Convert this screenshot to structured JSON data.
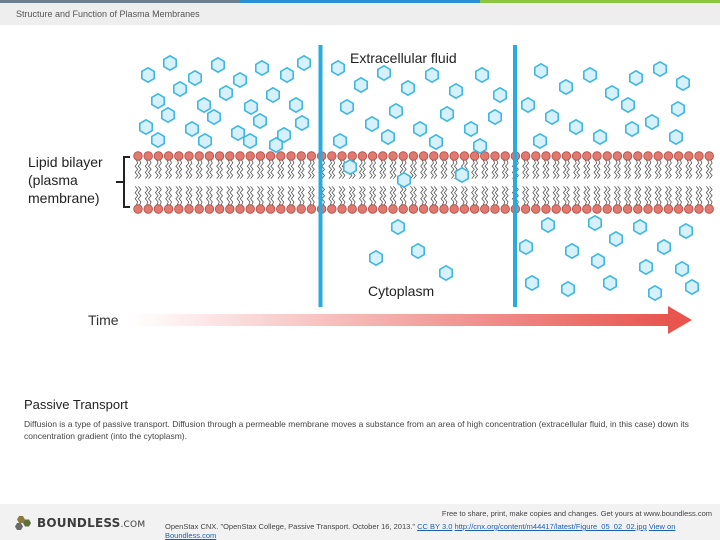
{
  "header": {
    "title": "Structure and Function of Plasma Membranes",
    "accent_colors": [
      "#6b7f8e",
      "#2b8fd6",
      "#8cc63f"
    ]
  },
  "diagram": {
    "label_extracellular": "Extracellular fluid",
    "label_cytoplasm": "Cytoplasm",
    "label_bilayer": [
      "Lipid bilayer",
      "(plasma",
      "membrane)"
    ],
    "label_time": "Time",
    "colors": {
      "molecule_fill": "#d6f1fc",
      "molecule_stroke": "#3fb7e3",
      "divider": "#29abe2",
      "lipid_head": "#e07a70",
      "arrow_end": "#e8544e"
    }
  },
  "caption": {
    "title": "Passive Transport",
    "text": "Diffusion is a type of passive transport. Diffusion through a permeable membrane moves a substance from an area of high concentration (extracellular fluid, in this case) down its concentration gradient (into the cytoplasm)."
  },
  "footer": {
    "logo": "BOUNDLESS",
    "logo_suffix": ".COM",
    "share": "Free to share, print, make copies and changes. Get yours at www.boundless.com",
    "attribution": "OpenStax CNX. \"OpenStax College, Passive Transport. October 16, 2013.\"",
    "license": "CC BY 3.0",
    "link": "http://cnx.org/content/m44417/latest/Figure_05_02_02.jpg",
    "view_on": "View on Boundless.com"
  }
}
